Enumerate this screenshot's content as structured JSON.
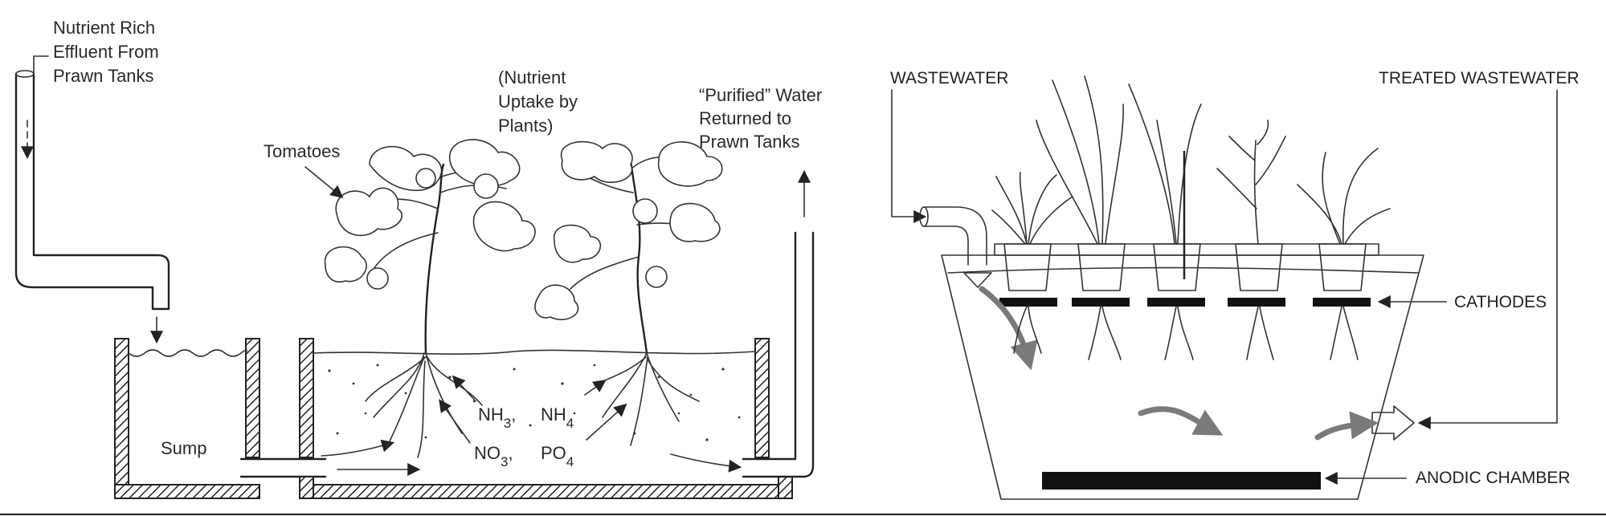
{
  "left_diagram": {
    "inflow_label": [
      "Nutrient Rich",
      "Effluent From",
      "Prawn Tanks"
    ],
    "plants_label": "Tomatoes",
    "uptake_label": [
      "(Nutrient",
      "Uptake by",
      "Plants)"
    ],
    "outflow_label": [
      "“Purified” Water",
      "Returned to",
      "Prawn Tanks"
    ],
    "sump_label": "Sump",
    "nutrients": {
      "nh3": "NH",
      "nh3_sub": "3",
      "nh3_sep": ",",
      "nh4": "NH",
      "nh4_sub": "4",
      "no3": "NO",
      "no3_sub": "3",
      "no3_sep": ",",
      "po4": "PO",
      "po4_sub": "4"
    }
  },
  "right_diagram": {
    "wastewater_label": "WASTEWATER",
    "treated_label": "TREATED WASTEWATER",
    "cathodes_label": "CATHODES",
    "anodic_label": "ANODIC CHAMBER"
  },
  "colors": {
    "ink": "#222222",
    "flow_arrow": "#7a7a7a",
    "electrode": "#111111"
  }
}
